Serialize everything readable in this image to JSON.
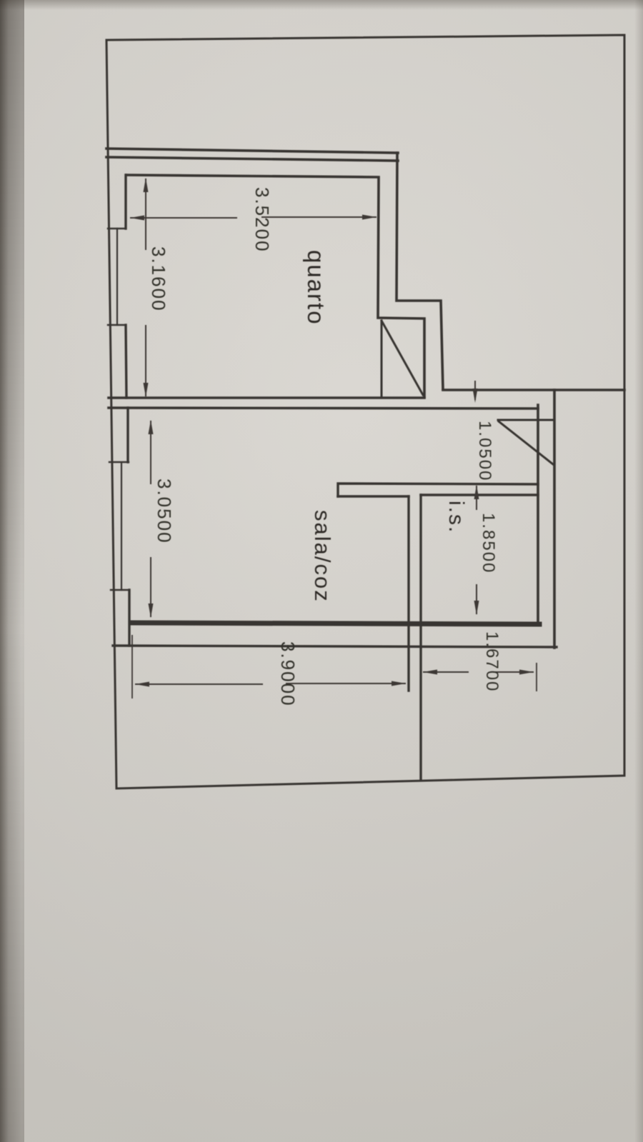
{
  "plan": {
    "rooms": {
      "quarto": "quarto",
      "sala_coz": "sala/coz",
      "is": "i.s."
    },
    "dimensions": {
      "quarto_width": "3.5200",
      "quarto_depth": "3.1600",
      "sala_depth": "3.0500",
      "hall_opening": "1.0500",
      "is_depth": "1.8500",
      "is_width": "1.6700",
      "lower_width": "3.9000"
    },
    "colors": {
      "paper": "#d6d3cd",
      "ink": "#383530"
    }
  }
}
